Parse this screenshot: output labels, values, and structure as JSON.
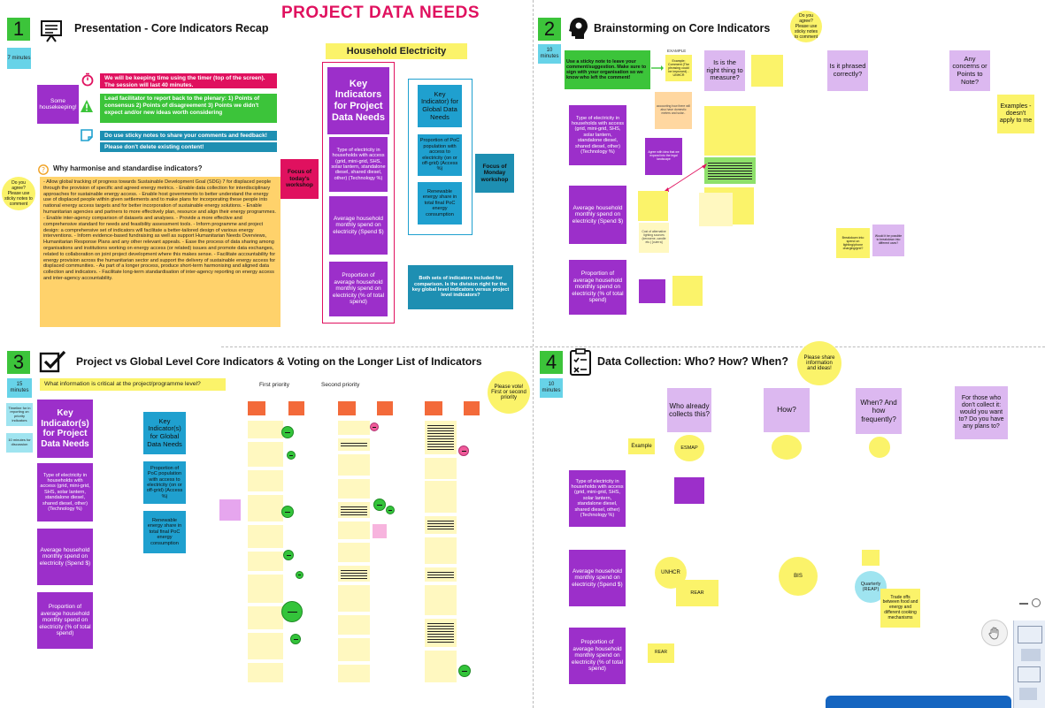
{
  "page_title": "PROJECT DATA NEEDS",
  "colors": {
    "purple": "#9c2fca",
    "blue": "#1fa0cf",
    "yellow": "#fbf36a",
    "green": "#3cc43a",
    "pink": "#e0115f",
    "orange": "#f36a3a",
    "lavender": "#dcb8f0"
  },
  "q1": {
    "number": "1",
    "title": "Presentation - Core Indicators Recap",
    "minutes": "7 minutes",
    "housekeeping": "Some housekeeping!",
    "rules": [
      "We will be keeping time using the timer (top of the screen). The session will last 40 minutes.",
      "Lead facilitator to report back to the plenary: 1) Points of consensus 2) Points of disagreement 3) Points we didn't expect and/or new ideas worth considering",
      "Do use sticky notes to share your comments and feedback!",
      "Please don't delete existing content!"
    ],
    "why_title": "Why harmonise and standardise indicators?",
    "do_you_agree": "Do you agree? Please use sticky notes to comment",
    "why_text": "- Allow global tracking of progress towards Sustainable Development Goal (SDG) 7 for displaced people through the provision of specific and agreed energy metrics. - Enable data collection for interdisciplinary approaches for sustainable energy access. - Enable host governments to better understand the energy use of displaced people within given settlements and to make plans for incorporating these people into national energy access targets and for better incorporation of sustainable energy solutions. - Enable humanitarian agencies and partners to more effectively plan, resource and align their energy programmes. - Enable inter-agency comparison of datasets and analyses. - Provide a more effective and comprehensive standard for needs and feasibility assessment tools. - Inform programme and project design: a comprehensive set of indicators will facilitate a better-tailored design of various energy interventions. - Inform evidence-based fundraising as well as support Humanitarian Needs Overviews, Humanitarian Response Plans and any other relevant appeals. - Ease the process of data sharing among organisations and institutions working on energy access (or related) issues and promote data exchanges, related to collaboration on joint project development where this makes sense. - Facilitate accountability for energy provision across the humanitarian sector and support the delivery of sustainable energy access for displaced communities. - As part of a longer process, produce short-term harmonising and aligned data collection and indicators. - Facilitate long-term standardisation of inter-agency reporting on energy access and inter-agency accountability.",
    "household_electricity": "Household Electricity",
    "key_project": "Key Indicators for Project Data Needs",
    "project_indicators": [
      "Type of electricity in households with access (grid, mini-grid, SHS, solar lantern, standalone diesel, shared diesel, other) (Technology %)",
      "Average household monthly spend on electricity (Spend $)",
      "Proportion of average household monthly spend on electricity (% of total spend)"
    ],
    "focus_today": "Focus of today's workshop",
    "key_global": "Key Indicator) for Global Data Needs",
    "global_indicators": [
      "Proportion of PoC population with access to electricity (on or off-grid) (Access %)",
      "Renewable energy share in total final PoC energy consumption"
    ],
    "focus_monday": "Focus of Monday workshop",
    "both_sets": "Both sets of indicators included for comparison. Is the division right for the key global level indicators versus project level indicators?"
  },
  "q2": {
    "number": "2",
    "title": "Brainstorming on Core Indicators",
    "minutes": "10 minutes",
    "do_you_agree": "Do you agree? Please use sticky notes to comment",
    "instructions": "Use a sticky note to leave your comment/suggestion. Make sure to sign with your organisation so we know who left the comment!",
    "example_label": "EXAMPLE",
    "example_note": "Example: Comment (The phrasing could be improved) - UNHCR",
    "columns": [
      "Is is the right thing to measure?",
      "Is it phrased correctly?",
      "Any concerns or Points to Note?"
    ],
    "examples_note": "Examples - doesn't apply to me",
    "indicators": [
      "Type of electricity in households with access (grid, mini-grid, SHS, solar lantern, standalone diesel, shared diesel, other) (Technology %)",
      "Average household monthly spend on electricity (Spend $)",
      "Proportion of average household monthly spend on electricity (% of total spend)"
    ],
    "small_notes": [
      "accounting how there will also have domestic meters and solar..",
      "Agree with idea that we expand into the legal landscape",
      "Cost of alternative lighting sources (kerosene, candle etc.) [cuerra]",
      "Breakdown into spend on lighting/phone charging/grid?",
      "Would it be possible to breakdown into different uses?"
    ]
  },
  "q3": {
    "number": "3",
    "title": "Project vs Global Level Core Indicators & Voting on the Longer List of Indicators",
    "minutes": "15 minutes",
    "question": "What information is critical at the project/programme level?",
    "first_priority": "First priority",
    "second_priority": "Second priority",
    "please_vote": "Please vote! First or second priority",
    "key_project": "Key Indicator(s) for Project Data Needs",
    "project_indicators": [
      "Type of electricity in households with access (grid, mini-grid, SHS, solar lantern, standalone diesel, shared diesel, other) (Technology %)",
      "Average household monthly spend on electricity (Spend $)",
      "Proportion of average household monthly spend on electricity (% of total spend)"
    ],
    "key_global": "Key Indicator(s) for Global Data Needs",
    "global_indicators": [
      "Proportion of PoC population with access to electricity (on or off-grid) (Access %)",
      "Renewable energy share in total final PoC energy consumption"
    ],
    "side_notes": [
      "Timeline for in reporting on priority indicators",
      "10 minutes for discussion"
    ]
  },
  "q4": {
    "number": "4",
    "title": "Data Collection: Who? How? When?",
    "minutes": "10 minutes",
    "please_share": "Please share information and ideas!",
    "columns": [
      "Who already collects this?",
      "How?",
      "When? And how frequently?",
      "For those who don't collect it: would you want to? Do you have any plans to?"
    ],
    "example_label": "Example",
    "esmap": "ESMAP",
    "indicators": [
      "Type of electricity in households with access (grid, mini-grid, SHS, solar lantern, standalone diesel, shared diesel, other) (Technology %)",
      "Average household monthly spend on electricity (Spend $)",
      "Proportion of average household monthly spend on electricity (% of total spend)"
    ],
    "unhcr": "UNHCR",
    "reach": "REAR",
    "bis": "BIS",
    "quarterly": "Quarterly (REAP)",
    "tradeoffs": "Trade offs between food and energy and different cooking mechanisms",
    "reach2": "REAR"
  }
}
